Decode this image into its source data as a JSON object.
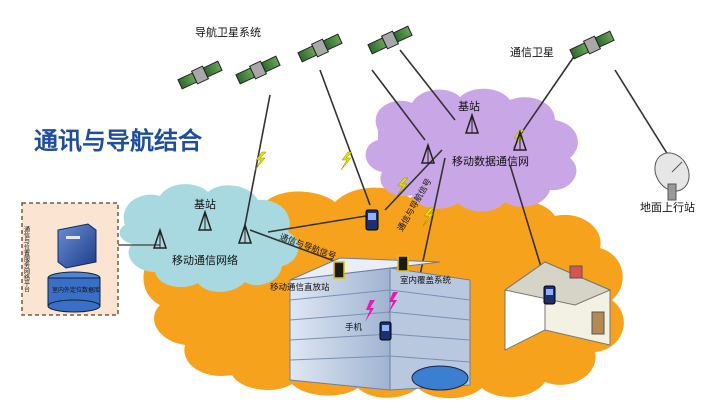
{
  "title": "通讯与导航结合",
  "labels": {
    "nav_satellite_system": "导航卫星系统",
    "comm_satellite": "通信卫星",
    "base_station_left": "基站",
    "base_station_top": "基站",
    "mobile_network": "移动通信网络",
    "mobile_data_network": "移动数据通信网",
    "ground_uplink": "地面上行站",
    "comm_nav_signal": "通信与导航信号",
    "comm_nav_signal_2": "通信与导航信号",
    "mobile_repeater": "移动通信直放站",
    "indoor_distribution": "室内覆盖系统",
    "phone": "手机",
    "server_platform": "通信与位置服务网络平台",
    "server_db": "室内外定位数据库"
  },
  "colors": {
    "title": "#1f4e9c",
    "orange_cloud": "#f7a21c",
    "blue_cloud": "#a9d9e0",
    "purple_cloud": "#c9a6e6",
    "lightning": "#e8e000",
    "pink_signal": "#e21bb1"
  }
}
